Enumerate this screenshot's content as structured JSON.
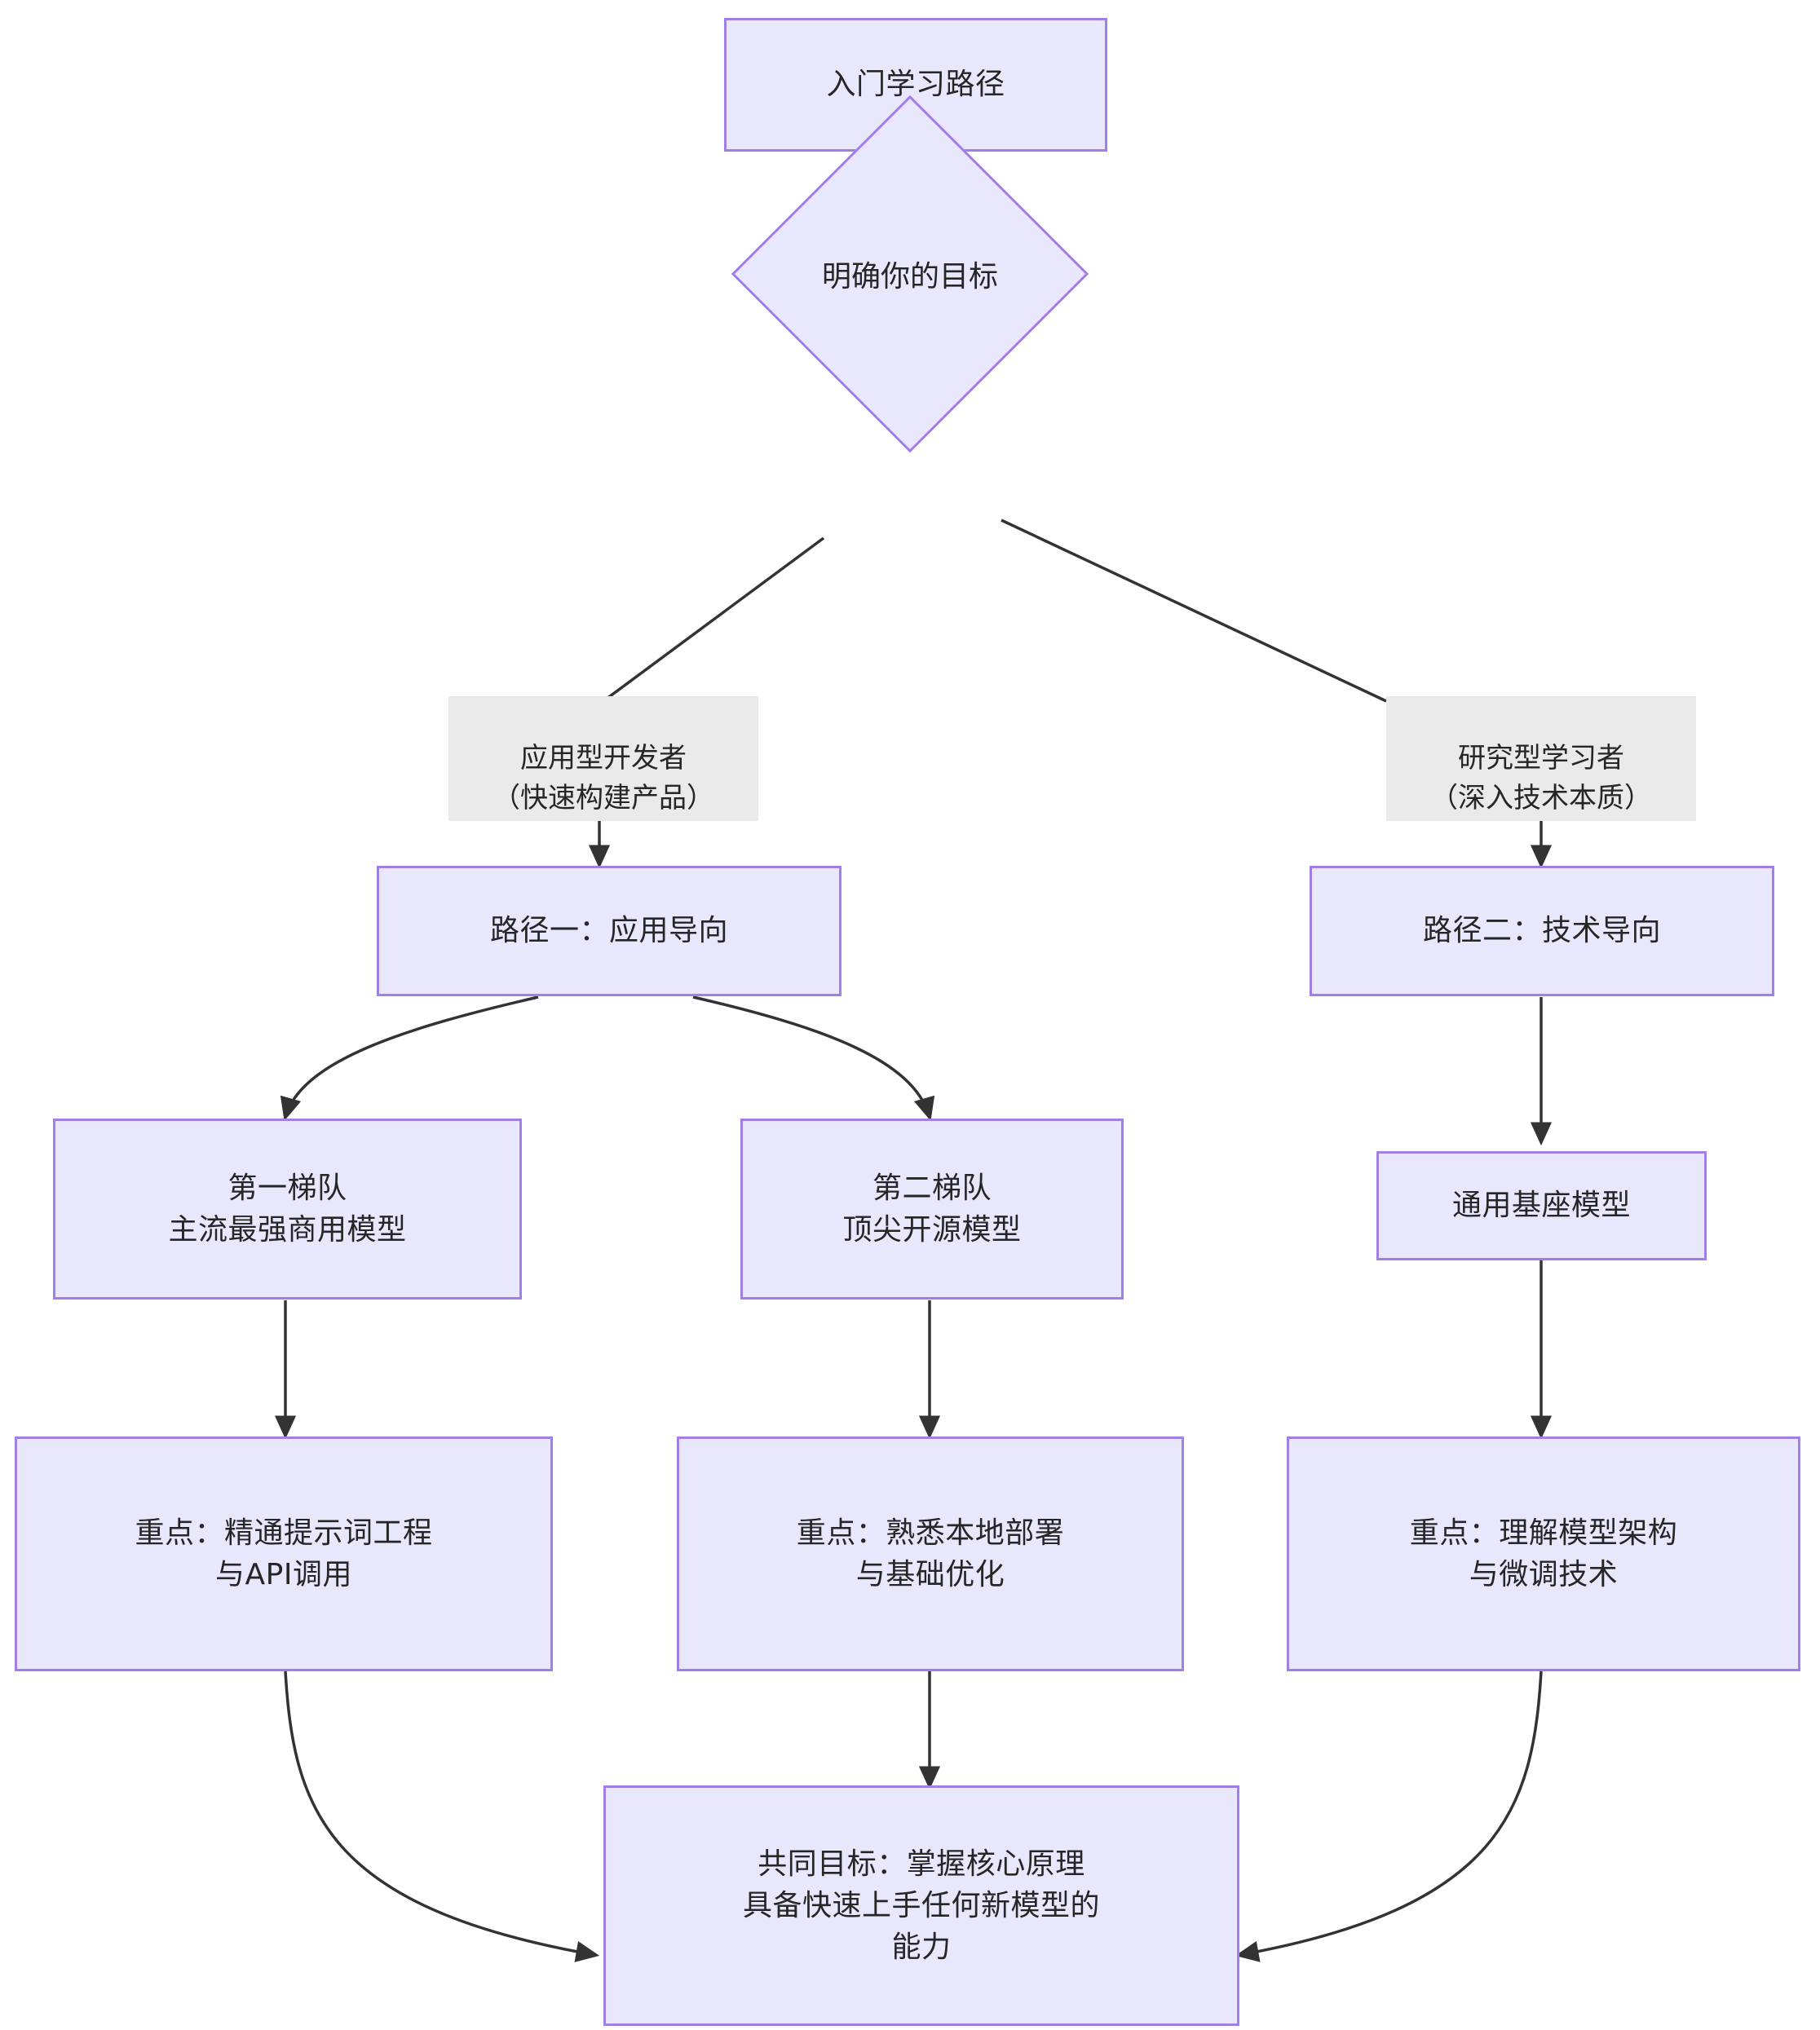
{
  "diagram": {
    "title": "入门学习路径",
    "type": "flowchart",
    "direction": "top-down",
    "colors": {
      "node_fill": "#e9e7fb",
      "node_border": "#a07fe8",
      "edge_stroke": "#333333",
      "edge_label_bg": "#eaeaea",
      "text": "#262626",
      "background": "#ffffff"
    }
  },
  "nodes": {
    "start": {
      "label": "入门学习路径",
      "shape": "rect"
    },
    "decision": {
      "label": "明确你的目标",
      "shape": "diamond"
    },
    "path_app": {
      "label": "路径一：应用导向",
      "shape": "rect"
    },
    "path_tech": {
      "label": "路径二：技术导向",
      "shape": "rect"
    },
    "tier_one": {
      "label": "第一梯队\n主流最强商用模型",
      "shape": "rect"
    },
    "tier_two": {
      "label": "第二梯队\n顶尖开源模型",
      "shape": "rect"
    },
    "base_model": {
      "label": "通用基座模型",
      "shape": "rect"
    },
    "focus_prompt": {
      "label": "重点：精通提示词工程\n与API调用",
      "shape": "rect"
    },
    "focus_local": {
      "label": "重点：熟悉本地部署\n与基础优化",
      "shape": "rect"
    },
    "focus_arch": {
      "label": "重点：理解模型架构\n与微调技术",
      "shape": "rect"
    },
    "goal": {
      "label": "共同目标：掌握核心原理\n具备快速上手任何新模型的\n能力",
      "shape": "rect"
    }
  },
  "edge_labels": {
    "left_branch": "应用型开发者\n（快速构建产品）",
    "right_branch": "研究型学习者\n（深入技术本质）"
  },
  "edges": [
    {
      "from": "start",
      "to": "decision",
      "label": ""
    },
    {
      "from": "decision",
      "to": "path_app",
      "label": "应用型开发者（快速构建产品）"
    },
    {
      "from": "decision",
      "to": "path_tech",
      "label": "研究型学习者（深入技术本质）"
    },
    {
      "from": "path_app",
      "to": "tier_one",
      "label": ""
    },
    {
      "from": "path_app",
      "to": "tier_two",
      "label": ""
    },
    {
      "from": "path_tech",
      "to": "base_model",
      "label": ""
    },
    {
      "from": "tier_one",
      "to": "focus_prompt",
      "label": ""
    },
    {
      "from": "tier_two",
      "to": "focus_local",
      "label": ""
    },
    {
      "from": "base_model",
      "to": "focus_arch",
      "label": ""
    },
    {
      "from": "focus_prompt",
      "to": "goal",
      "label": ""
    },
    {
      "from": "focus_local",
      "to": "goal",
      "label": ""
    },
    {
      "from": "focus_arch",
      "to": "goal",
      "label": ""
    }
  ]
}
